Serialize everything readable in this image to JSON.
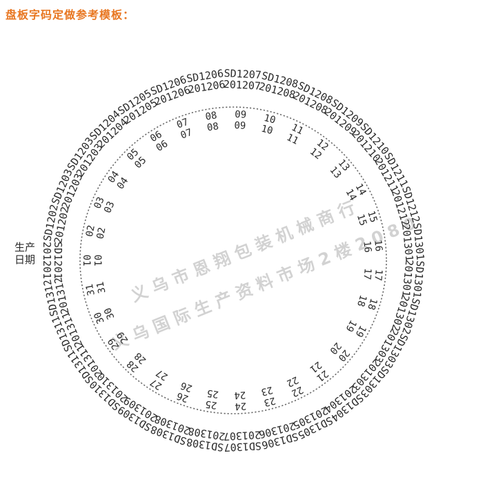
{
  "title": "盘板字码定做参考模板：",
  "colors": {
    "title": "#e87722",
    "text": "#2a2a2a",
    "ring": "#6a6a6a",
    "watermark": "#c4c4c4"
  },
  "labels": {
    "left_prefix_top": "生产",
    "left_prefix_bottom": "日期"
  },
  "watermark": {
    "line1": "义 乌 市 恩 翔 包 装 机 械 商 行",
    "line2": "义 乌 国 际 生 产 资 料 市 场 2 楼 2 0 8 0"
  },
  "slots": [
    {
      "num": "01",
      "code_top": "SD1201",
      "code_bottom": "201201"
    },
    {
      "num": "02",
      "code_top": "SD1202",
      "code_bottom": "201202"
    },
    {
      "num": "03",
      "code_top": "SD1203",
      "code_bottom": "201203"
    },
    {
      "num": "04",
      "code_top": "SD1203",
      "code_bottom": "201203"
    },
    {
      "num": "05",
      "code_top": "SD1204",
      "code_bottom": "201204"
    },
    {
      "num": "06",
      "code_top": "SD1205",
      "code_bottom": "201205"
    },
    {
      "num": "07",
      "code_top": "SD1206",
      "code_bottom": "201206"
    },
    {
      "num": "08",
      "code_top": "SD1206",
      "code_bottom": "201206"
    },
    {
      "num": "09",
      "code_top": "SD1207",
      "code_bottom": "201207"
    },
    {
      "num": "10",
      "code_top": "SD1208",
      "code_bottom": "201208"
    },
    {
      "num": "11",
      "code_top": "SD1208",
      "code_bottom": "201208"
    },
    {
      "num": "12",
      "code_top": "SD1209",
      "code_bottom": "201209"
    },
    {
      "num": "13",
      "code_top": "SD1210",
      "code_bottom": "201210"
    },
    {
      "num": "14",
      "code_top": "SD1211",
      "code_bottom": "201211"
    },
    {
      "num": "15",
      "code_top": "SD1212",
      "code_bottom": "201212"
    },
    {
      "num": "16",
      "code_top": "SD1301",
      "code_bottom": "201301"
    },
    {
      "num": "17",
      "code_top": "SD1301",
      "code_bottom": "201301"
    },
    {
      "num": "18",
      "code_top": "SD1302",
      "code_bottom": "201302"
    },
    {
      "num": "19",
      "code_top": "SD1303",
      "code_bottom": "201303"
    },
    {
      "num": "20",
      "code_top": "SD1303",
      "code_bottom": "201303"
    },
    {
      "num": "21",
      "code_top": "SD1304",
      "code_bottom": "201304"
    },
    {
      "num": "22",
      "code_top": "SD1305",
      "code_bottom": "201305"
    },
    {
      "num": "23",
      "code_top": "SD1306",
      "code_bottom": "201306"
    },
    {
      "num": "24",
      "code_top": "SD1307",
      "code_bottom": "201307"
    },
    {
      "num": "25",
      "code_top": "SD1308",
      "code_bottom": "201308"
    },
    {
      "num": "26",
      "code_top": "SD1308",
      "code_bottom": "201308"
    },
    {
      "num": "27",
      "code_top": "SD1309",
      "code_bottom": "201309"
    },
    {
      "num": "28",
      "code_top": "SD1310",
      "code_bottom": "201310"
    },
    {
      "num": "29",
      "code_top": "SD1311",
      "code_bottom": "201311"
    },
    {
      "num": "30",
      "code_top": "SD1311",
      "code_bottom": "201311"
    },
    {
      "num": "31",
      "code_top": "SD1312",
      "code_bottom": "201312"
    }
  ]
}
